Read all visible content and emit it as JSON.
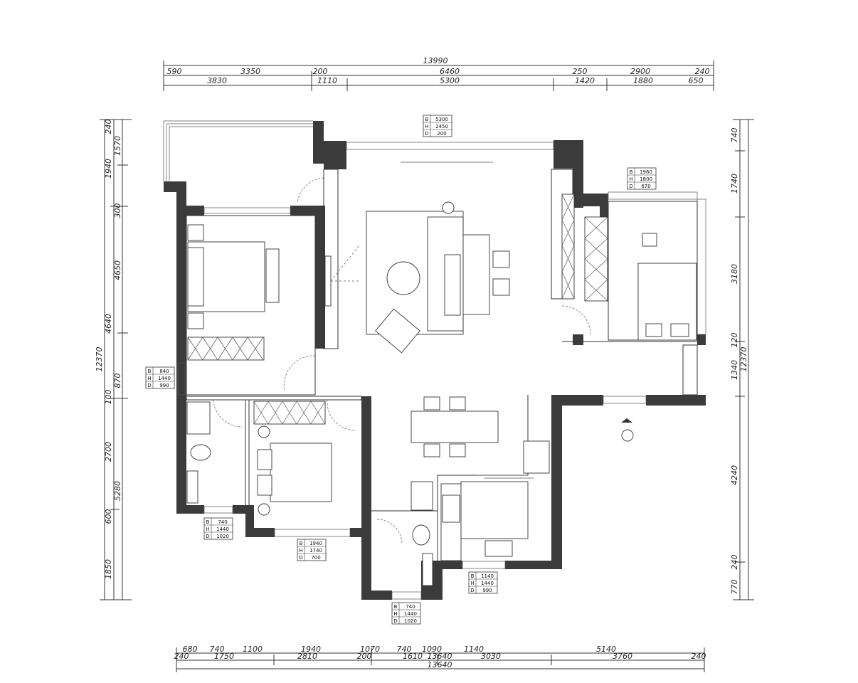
{
  "dimensions": {
    "top_total": "13990",
    "top_row2": [
      "590",
      "3350",
      "200",
      "6460",
      "250",
      "2900",
      "240"
    ],
    "top_row3": [
      "3830",
      "1110",
      "5300",
      "1420",
      "1880",
      "650"
    ],
    "bottom_row1": [
      "680",
      "740",
      "1100",
      "1940",
      "1070",
      "740",
      "1090",
      "1140",
      "5140"
    ],
    "bottom_row2": [
      "240",
      "1750",
      "2810",
      "200",
      "1610",
      "13640",
      "3030",
      "3760",
      "240"
    ],
    "bottom_total": "13640",
    "left_col1": [
      "240",
      "1940",
      "4640",
      "100",
      "2700",
      "600",
      "1850"
    ],
    "left_col2": [
      "1570",
      "300",
      "4650",
      "870",
      "5280"
    ],
    "left_total": "12370",
    "right_col1": [
      "740",
      "1740",
      "3180",
      "120",
      "1340",
      "4240",
      "240",
      "770"
    ],
    "right_total": "12370"
  },
  "window_tags": [
    {
      "B": "5300",
      "H": "2450",
      "D": "200"
    },
    {
      "B": "1960",
      "H": "1800",
      "D": "670"
    },
    {
      "B": "840",
      "H": "1440",
      "D": "990"
    },
    {
      "B": "740",
      "H": "1440",
      "D": "1020"
    },
    {
      "B": "1940",
      "H": "1740",
      "D": "700"
    },
    {
      "B": "740",
      "H": "1440",
      "D": "1020"
    },
    {
      "B": "1140",
      "H": "1440",
      "D": "990"
    }
  ],
  "tag_labels": {
    "b": "B",
    "h": "H",
    "d": "D"
  },
  "colors": {
    "wall": "#3b3b3b",
    "line": "#333333"
  }
}
